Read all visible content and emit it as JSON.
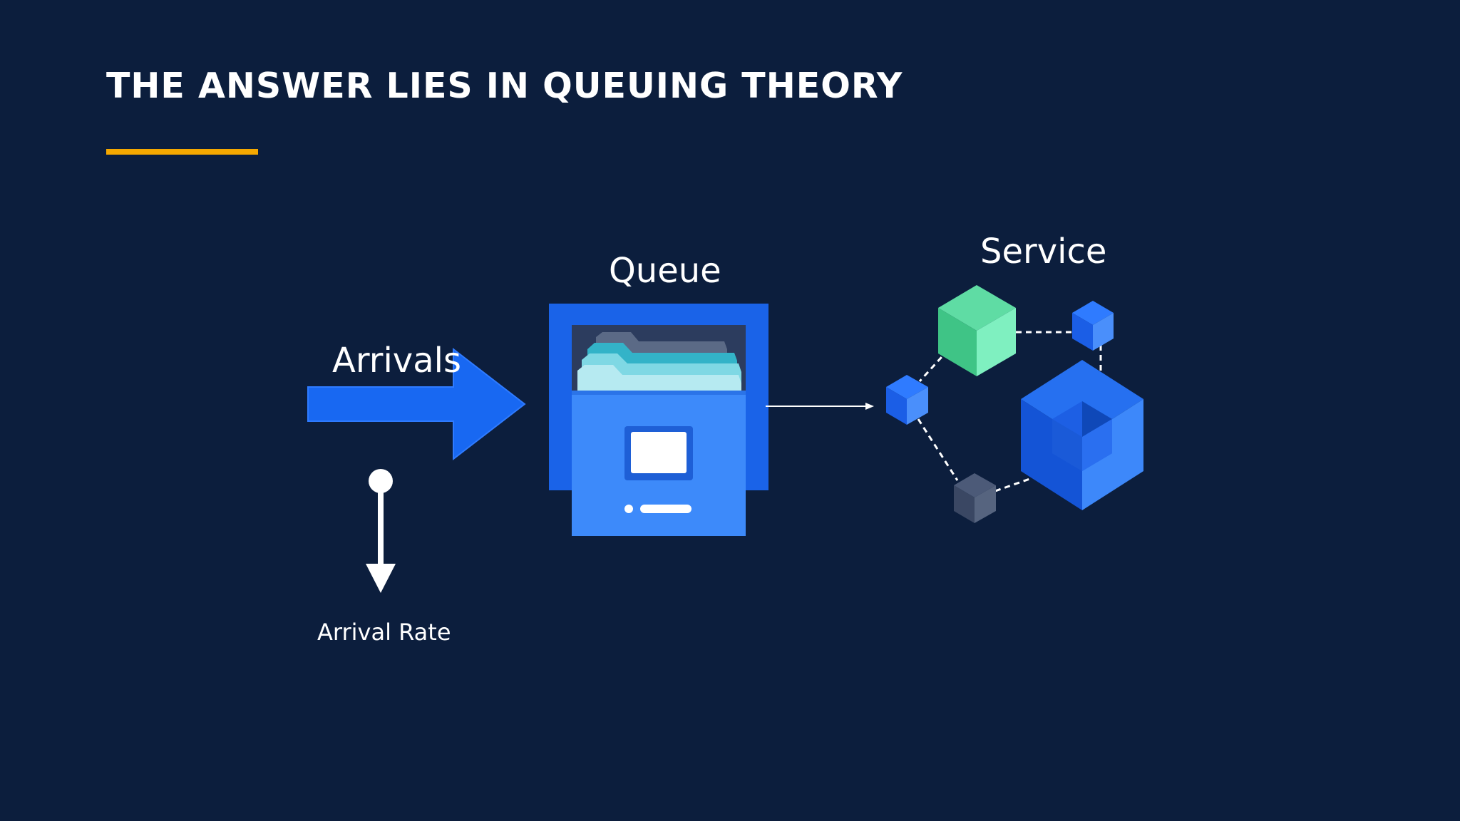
{
  "slide": {
    "title": "THE ANSWER LIES IN QUEUING THEORY"
  },
  "diagram": {
    "nodes": {
      "arrivals": "Arrivals",
      "queue": "Queue",
      "service": "Service",
      "arrival_rate": "Arrival Rate"
    }
  },
  "colors": {
    "background": "#0c1e3d",
    "accent_underline": "#f5a800",
    "arrow_blue": "#1868f2",
    "cabinet_blue": "#2b7df7",
    "cube_green": "#5fdca4",
    "cube_gray": "#3b4a66"
  },
  "icons": {
    "arrivals": "big-right-arrow-icon",
    "queue": "file-cabinet-icon",
    "service": "cube-network-icon",
    "rate": "down-arrow-icon"
  }
}
